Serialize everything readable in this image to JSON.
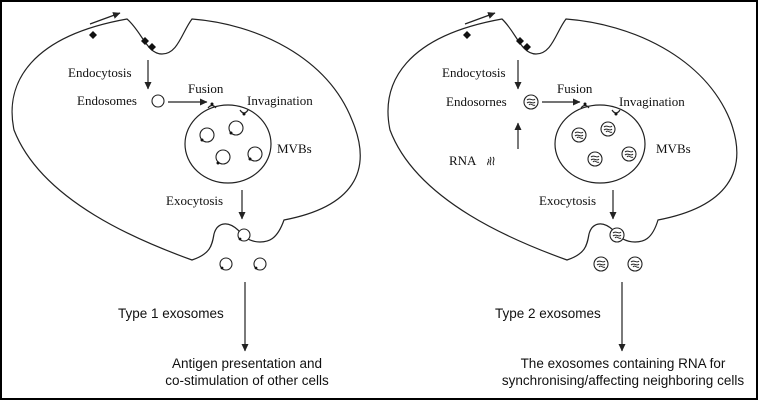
{
  "panels": {
    "left": {
      "endocytosis": "Endocytosis",
      "endosomes": "Endosomes",
      "fusion": "Fusion",
      "invagination": "Invagination",
      "mvbs": "MVBs",
      "exocytosis": "Exocytosis",
      "exosome_type": "Type 1 exosomes",
      "outcome_line1": "Antigen presentation and",
      "outcome_line2": "co-stimulation of other cells"
    },
    "right": {
      "endocytosis": "Endocytosis",
      "endosomes": "Endosornes",
      "fusion": "Fusion",
      "invagination": "Invagination",
      "mvbs": "MVBs",
      "rna": "RNA",
      "exocytosis": "Exocytosis",
      "exosome_type": "Type 2 exosomes",
      "outcome_line1": "The exosomes containing RNA for",
      "outcome_line2": "synchronising/affecting neighboring cells"
    }
  },
  "colors": {
    "line": "#222222",
    "text": "#111111",
    "background": "#ffffff"
  }
}
